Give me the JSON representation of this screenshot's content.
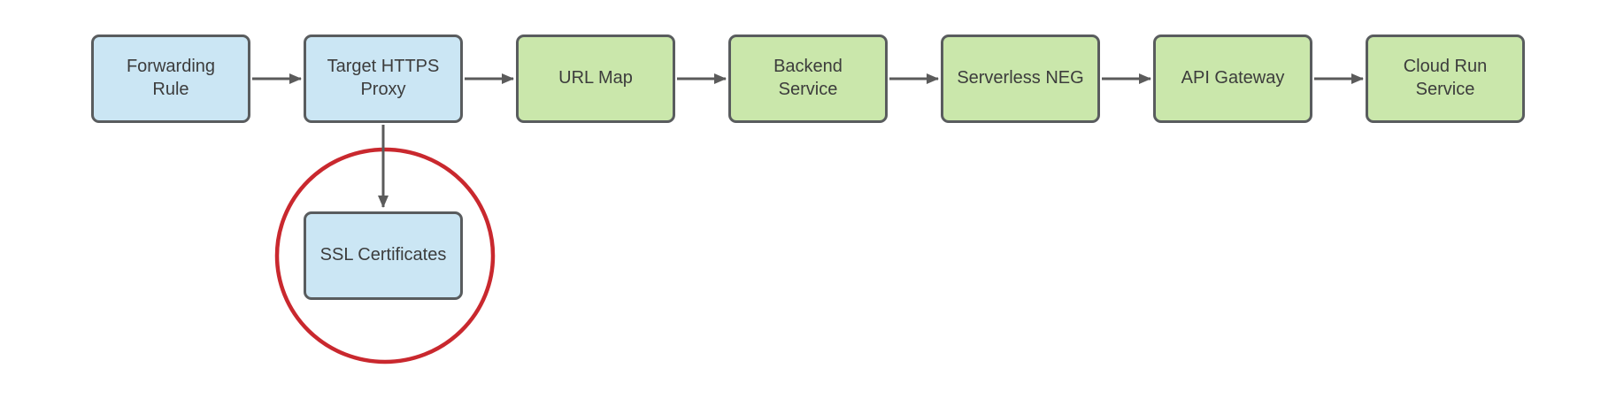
{
  "diagram": {
    "type": "flowchart",
    "background_color": "#ffffff",
    "colors": {
      "blue_node_fill": "#cbe6f4",
      "green_node_fill": "#cae7ab",
      "node_border": "#595c5e",
      "arrow": "#5b5b5b",
      "text": "#3c3c3c",
      "highlight_circle": "#c9282e"
    },
    "nodes": [
      {
        "id": "forwarding-rule",
        "label": "Forwarding Rule",
        "fill": "blue"
      },
      {
        "id": "target-https-proxy",
        "label": "Target HTTPS Proxy",
        "fill": "blue"
      },
      {
        "id": "url-map",
        "label": "URL Map",
        "fill": "green"
      },
      {
        "id": "backend-service",
        "label": "Backend Service",
        "fill": "green"
      },
      {
        "id": "serverless-neg",
        "label": "Serverless NEG",
        "fill": "green"
      },
      {
        "id": "api-gateway",
        "label": "API Gateway",
        "fill": "green"
      },
      {
        "id": "cloud-run-service",
        "label": "Cloud Run Service",
        "fill": "green"
      },
      {
        "id": "ssl-certificates",
        "label": "SSL Certificates",
        "fill": "blue"
      }
    ],
    "edges": [
      {
        "from": "forwarding-rule",
        "to": "target-https-proxy",
        "direction": "right"
      },
      {
        "from": "target-https-proxy",
        "to": "url-map",
        "direction": "right"
      },
      {
        "from": "url-map",
        "to": "backend-service",
        "direction": "right"
      },
      {
        "from": "backend-service",
        "to": "serverless-neg",
        "direction": "right"
      },
      {
        "from": "serverless-neg",
        "to": "api-gateway",
        "direction": "right"
      },
      {
        "from": "api-gateway",
        "to": "cloud-run-service",
        "direction": "right"
      },
      {
        "from": "target-https-proxy",
        "to": "ssl-certificates",
        "direction": "down"
      }
    ],
    "annotation": {
      "shape": "circle",
      "around": "ssl-certificates",
      "color": "#c9282e"
    }
  }
}
